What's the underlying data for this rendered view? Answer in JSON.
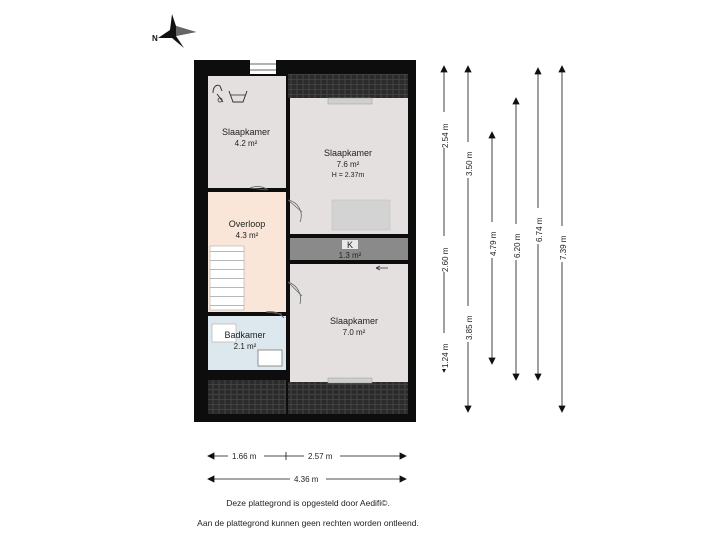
{
  "compass": {
    "label": "N"
  },
  "rooms": {
    "slaapkamer_1": {
      "name": "Slaapkamer",
      "area": "4.2 m²"
    },
    "slaapkamer_2": {
      "name": "Slaapkamer",
      "area": "7.6 m²",
      "height": "H = 2.37m"
    },
    "overloop": {
      "name": "Overloop",
      "area": "4.3 m²"
    },
    "kast": {
      "name": "K",
      "area": "1.3 m²"
    },
    "badkamer": {
      "name": "Badkamer",
      "area": "2.1 m²"
    },
    "slaapkamer_3": {
      "name": "Slaapkamer",
      "area": "7.0 m²"
    }
  },
  "dimensions": {
    "vertical": {
      "d1": "2.54 m",
      "d2": "2.60 m",
      "d3": "1.24 m",
      "d4": "3.50 m",
      "d5": "3.85 m",
      "d6": "4.79 m",
      "d7": "6.20 m",
      "d8": "6.74 m",
      "d9": "7.39 m"
    },
    "horizontal": {
      "h1": "1.66 m",
      "h2": "2.57 m",
      "h3": "4.36 m"
    }
  },
  "footer": {
    "line1": "Deze plattegrond is opgesteld door Aedifi©.",
    "line2": "Aan de plattegrond kunnen geen rechten worden ontleend."
  },
  "colors": {
    "wall": "#0d0d0d",
    "room_grey": "#e4e0df",
    "overloop": "#f9e6d8",
    "badkamer": "#dde8ee",
    "kast": "#8a8a8a",
    "roof_tile": "#2a2a2a"
  }
}
